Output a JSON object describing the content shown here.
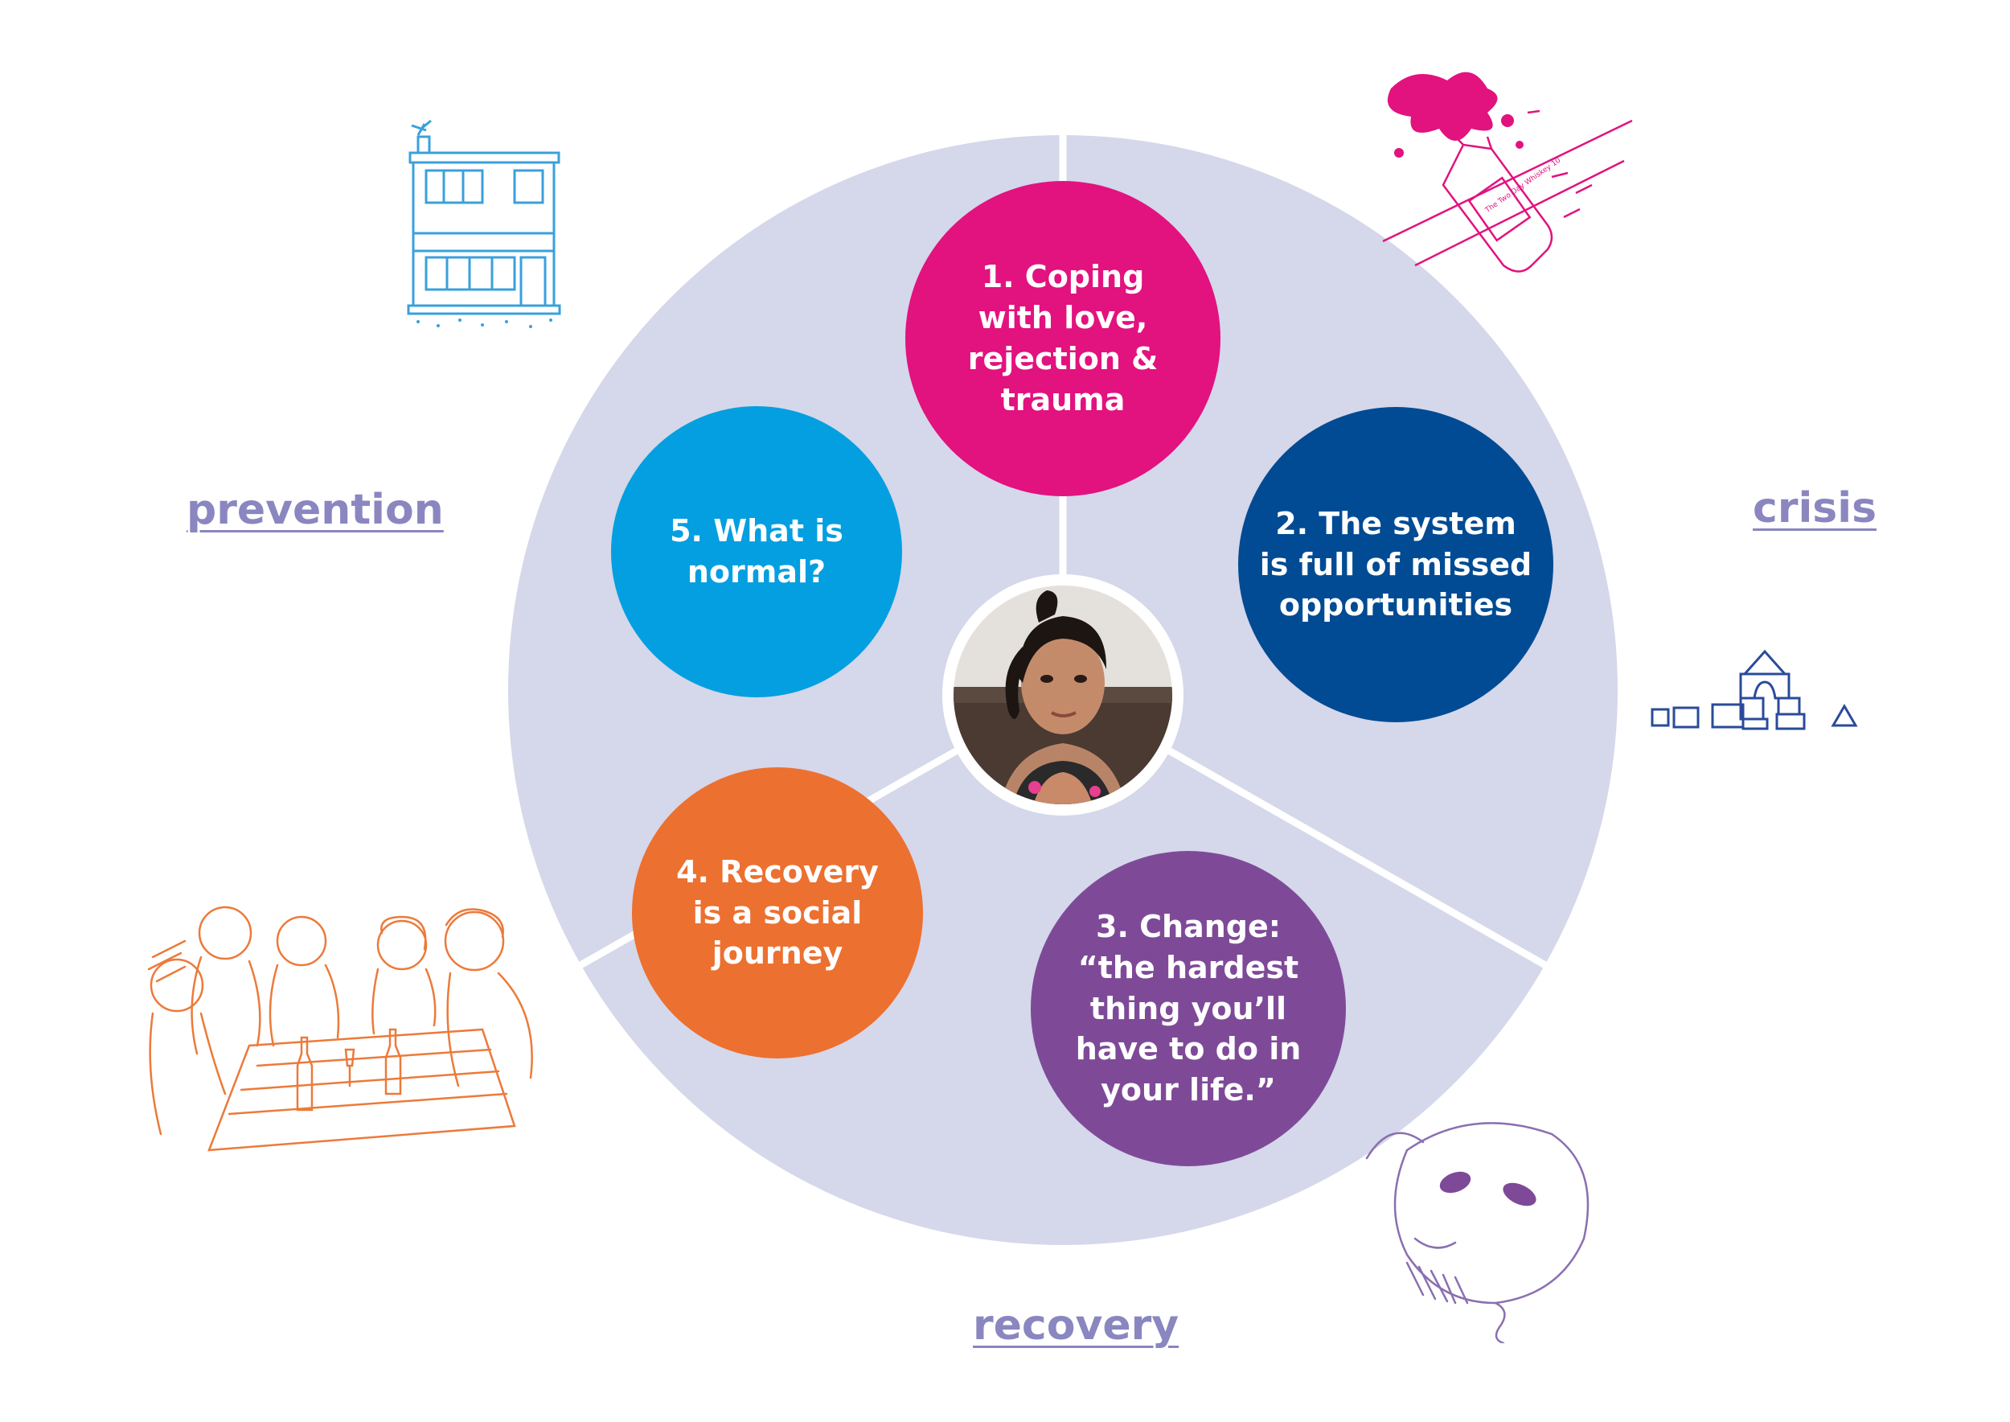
{
  "labels": {
    "prevention": "prevention",
    "crisis": "crisis",
    "recovery": "recovery"
  },
  "colors": {
    "wheel": "#d5d7ea",
    "divider": "#ffffff",
    "label": "#8a86c0",
    "bubble_1": "#e2127f",
    "bubble_2": "#004b93",
    "bubble_3": "#7e4a98",
    "bubble_4": "#ec7030",
    "bubble_5": "#049fe0",
    "house": "#3aa0dc",
    "bottle": "#e2127f",
    "blocks": "#2a4b9a",
    "people": "#ec7a3a",
    "mask": "#8a6fb0"
  },
  "themes": [
    {
      "text": "1. Coping\nwith love,\nrejection &\ntrauma"
    },
    {
      "text": "2. The system\nis full of missed\nopportunities"
    },
    {
      "text": "3. Change:\n“the hardest\nthing you’ll\nhave to do in\nyour life.”"
    },
    {
      "text": "4. Recovery\nis a social\njourney"
    },
    {
      "text": "5. What is\nnormal?"
    }
  ],
  "bottle_label": "The Two Day Whiskey 10",
  "icons": {
    "house": "house-sketch",
    "bottle": "smashed-bottle-sketch",
    "blocks": "building-blocks-sketch",
    "people": "people-at-table-sketch",
    "mask": "mask-sketch",
    "portrait": "person-portrait"
  }
}
